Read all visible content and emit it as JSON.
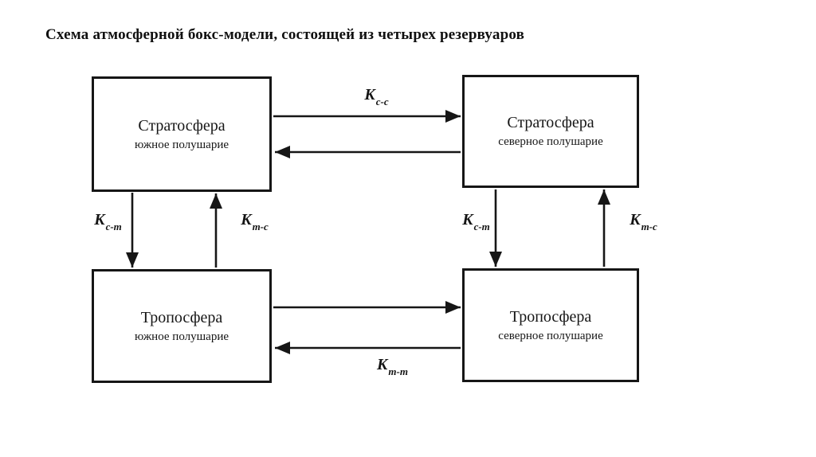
{
  "title": "Схема атмосферной бокс-модели, состоящей из четырех резервуаров",
  "boxes": [
    {
      "title": "Стратосфера",
      "subtitle": "южное полушарие"
    },
    {
      "title": "Стратосфера",
      "subtitle": "северное полушарие"
    },
    {
      "title": "Тропосфера",
      "subtitle": "южное полушарие"
    },
    {
      "title": "Тропосфера",
      "subtitle": "северное полушарие"
    }
  ],
  "rate_labels": {
    "k_cc": {
      "base": "K",
      "sub": "с-с"
    },
    "k_ct_left": {
      "base": "K",
      "sub": "с-т"
    },
    "k_tc_left": {
      "base": "K",
      "sub": "т-с"
    },
    "k_ct_right": {
      "base": "K",
      "sub": "с-т"
    },
    "k_tc_right": {
      "base": "K",
      "sub": "т-с"
    },
    "k_tt": {
      "base": "K",
      "sub": "т-т"
    }
  },
  "colors": {
    "ink": "#161616",
    "background": "#ffffff"
  }
}
